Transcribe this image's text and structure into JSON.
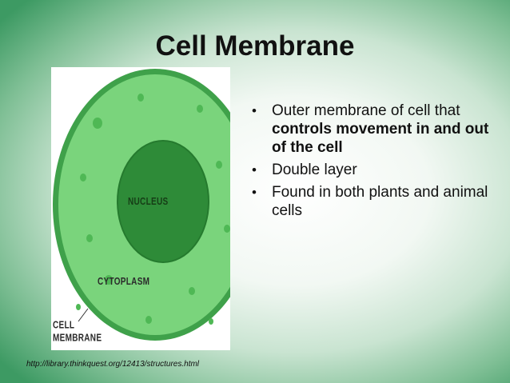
{
  "slide": {
    "title": "Cell Membrane",
    "figure": {
      "labels": {
        "nucleus": "NUCLEUS",
        "cytoplasm": "CYTOPLASM",
        "cell": "CELL",
        "membrane": "MEMBRANE"
      },
      "colors": {
        "membrane": "#3fa14a",
        "cytoplasm": "#7ad47c",
        "nucleus": "#2e8b38",
        "organelles": "#4fb855"
      }
    },
    "bullets": [
      {
        "text": "Outer membrane of cell that ",
        "bold": "controls movement in and out of the cell"
      },
      {
        "text": "Double layer",
        "bold": ""
      },
      {
        "text": "Found in both plants and animal cells",
        "bold": ""
      }
    ],
    "source_url": "http://library.thinkquest.org/12413/structures.html"
  }
}
